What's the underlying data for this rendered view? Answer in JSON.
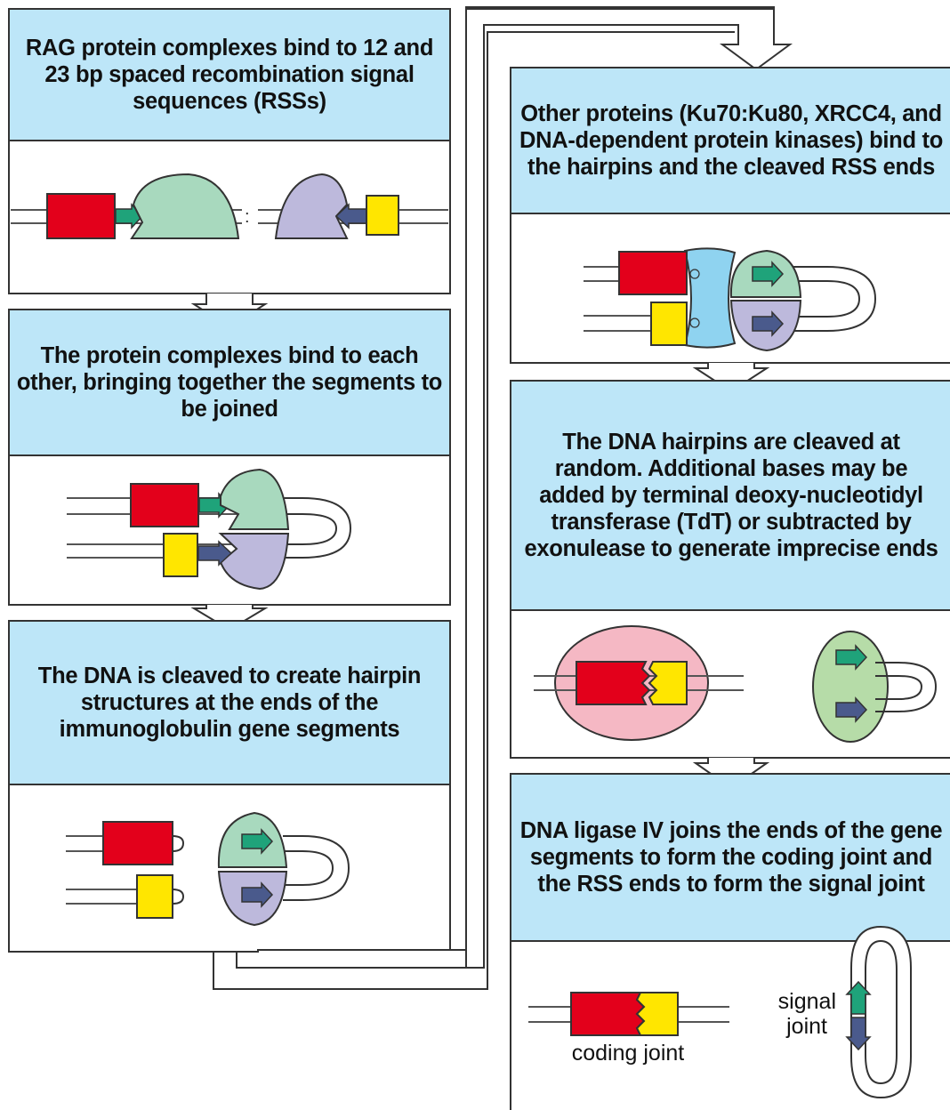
{
  "steps": [
    {
      "id": "rag-bind",
      "caption": "RAG protein complexes bind to 12 and 23 bp spaced recombination signal sequences (RSSs)"
    },
    {
      "id": "complexes-pair",
      "caption": "The protein complexes bind to each other, bringing together the segments to be joined"
    },
    {
      "id": "dna-cleaved",
      "caption": "The DNA is cleaved to create hairpin structures at the ends of the immunoglobulin gene segments"
    },
    {
      "id": "ku-bind",
      "caption": "Other proteins (Ku70:Ku80, XRCC4, and DNA-dependent protein kinases) bind to the hairpins and the cleaved RSS ends"
    },
    {
      "id": "hairpins-cleaved",
      "caption": "The DNA hairpins are cleaved at random. Additional bases may be added by terminal deoxy-nucleotidyl transferase (TdT) or subtracted by exonulease to generate imprecise ends"
    },
    {
      "id": "ligase-join",
      "caption": "DNA ligase IV joins the ends of the gene segments to form the coding joint and the RSS ends to form the signal joint"
    }
  ],
  "labels": {
    "coding_joint": "coding joint",
    "signal_joint_line1": "signal",
    "signal_joint_line2": "joint"
  },
  "colors": {
    "caption_fill": "#bde6f8",
    "coding_segment_red": "#e3001b",
    "coding_segment_yellow": "#ffe600",
    "rag_green": "#a8d9be",
    "rag_lavender": "#bdb9dc",
    "ku_blue": "#8fd3f0",
    "nuclease_pink": "#f5b8c4",
    "hairpin_green": "#b6dca8",
    "rss_green_arrow": "#1fa37a",
    "rss_blue_arrow": "#4a5a8c"
  }
}
